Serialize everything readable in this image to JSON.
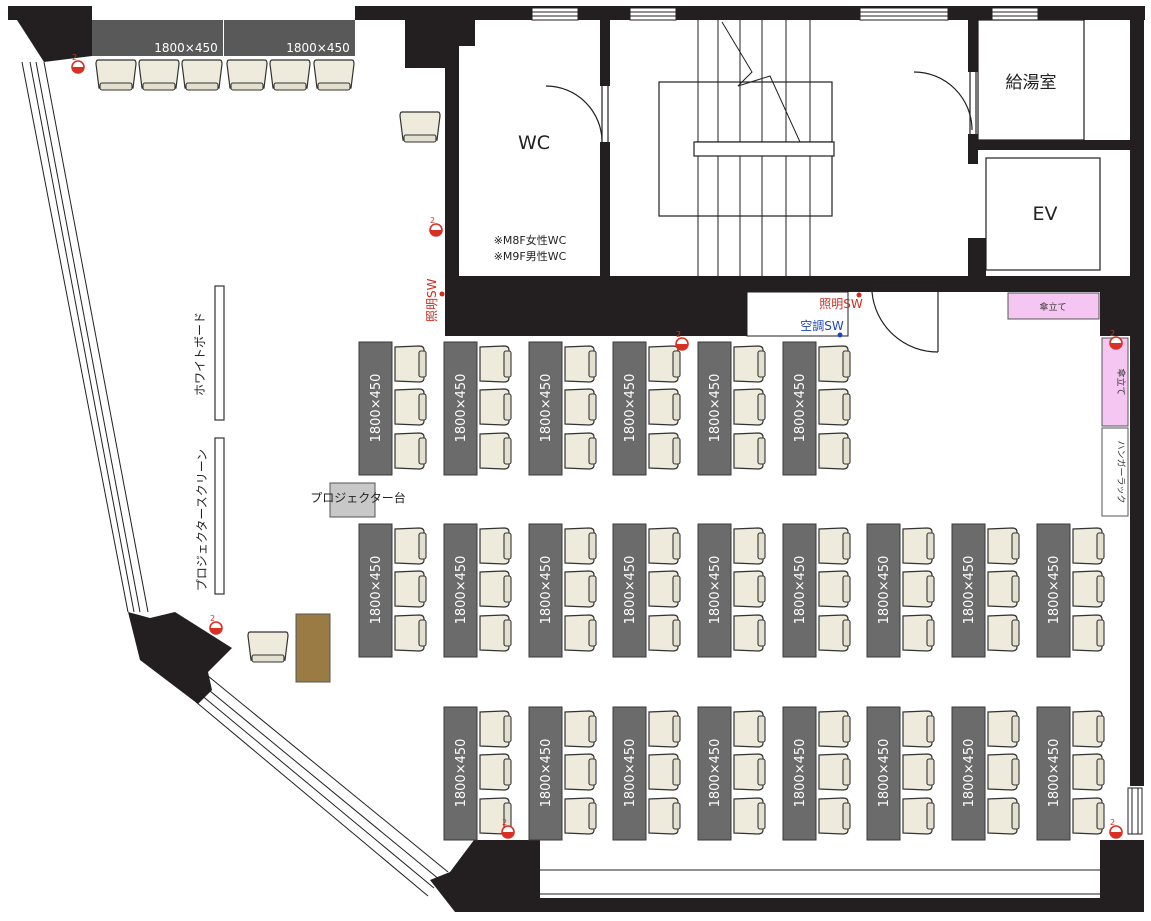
{
  "title": "",
  "rooms": {
    "wc": "WC",
    "wc_note_1": "※M8F女性WC",
    "wc_note_2": "※M9F男性WC",
    "kyutoshitsu": "給湯室",
    "ev": "EV"
  },
  "switches": {
    "lighting_vertical": "照明SW",
    "lighting": "照明SW",
    "aircon": "空調SW"
  },
  "furniture": {
    "whiteboard": "ホワイトボード",
    "projector_screen": "プロジェクタースクリーン",
    "projector_table": "プロジェクター台",
    "umbrella_stand_top": "傘立て",
    "umbrella_stand_side": "傘立て",
    "hanger_rack": "ハンガーラック",
    "table_size": "1800×450",
    "top_table_1": "1800×450",
    "top_table_2": "1800×450"
  },
  "outlet_mark": "2",
  "colors": {
    "wall": "#231f20",
    "table": "#6b6b6b",
    "chair": "#eeebdc",
    "top_table": "#595959",
    "podium": "#9b7b44",
    "umbrella": "#f6c6f2",
    "switch_red": "#d12c1f",
    "switch_blue": "#1e46b4",
    "outlet_red": "#d93025"
  }
}
